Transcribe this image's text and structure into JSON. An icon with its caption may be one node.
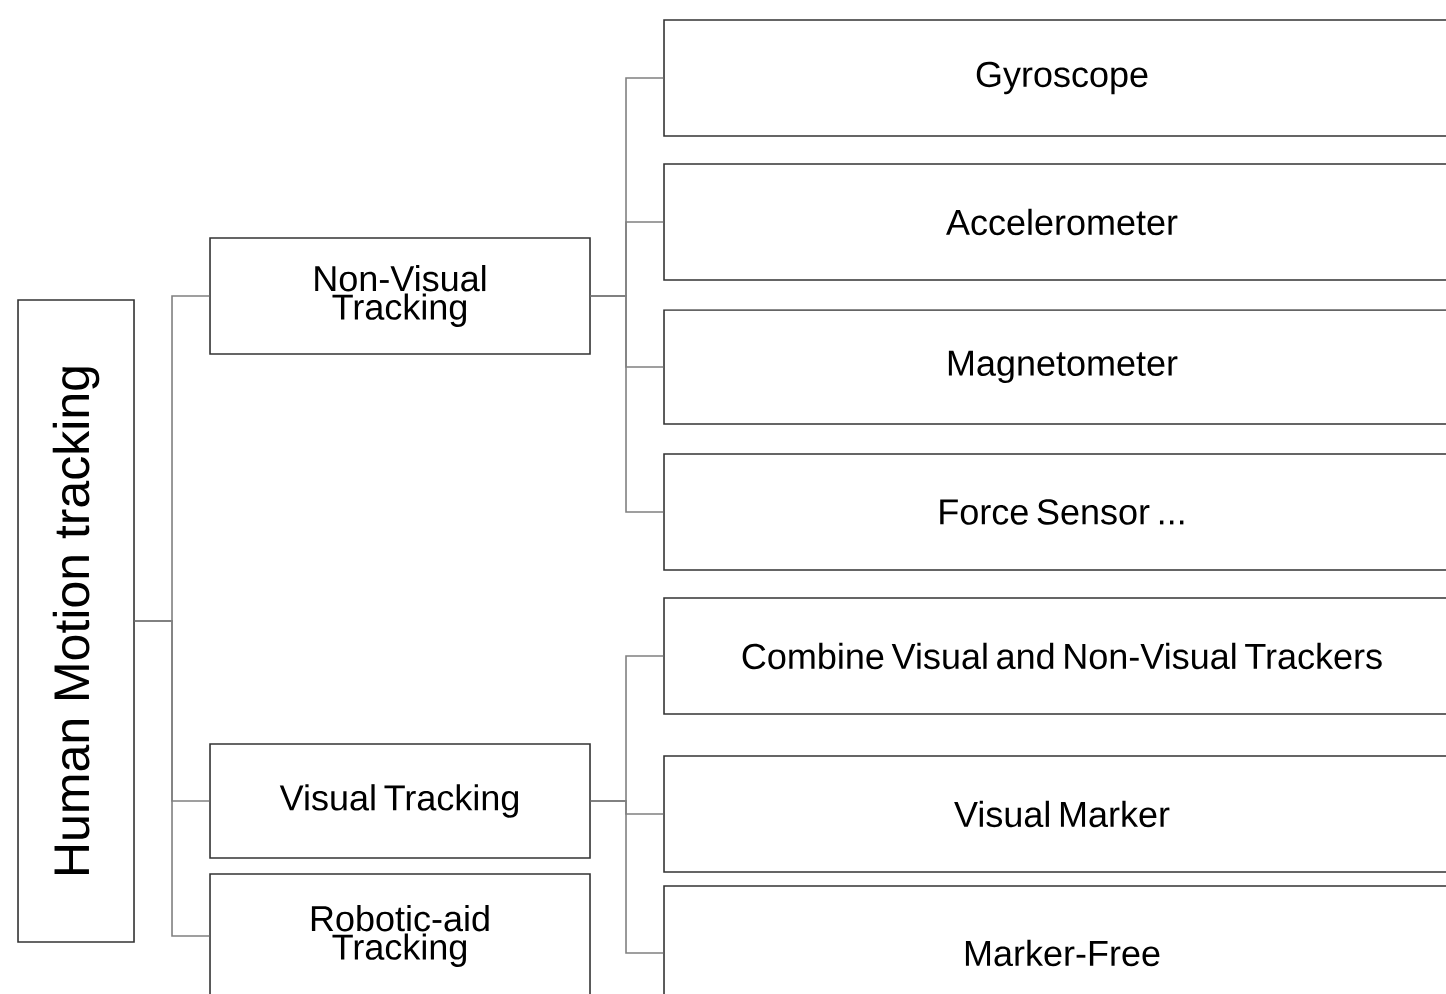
{
  "diagram": {
    "nodes": [
      {
        "text": [
          "Human Motion tracking"
        ]
      },
      {
        "text": [
          "Non-Visual Tracking"
        ]
      },
      {
        "text": [
          "Visual Tracking"
        ]
      },
      {
        "text": [
          "Robotic-aid Tracking"
        ]
      },
      {
        "text": [
          "Gyroscope"
        ]
      },
      {
        "text": [
          "Accelerometer"
        ]
      },
      {
        "text": [
          "Magnetometer"
        ]
      },
      {
        "text": [
          "Force Sensor ..."
        ]
      },
      {
        "text": [
          "Combine Visual and Non-Visual Trackers"
        ]
      },
      {
        "text": [
          "Visual Marker"
        ]
      },
      {
        "text": [
          "Marker-Free"
        ]
      }
    ],
    "edges": [
      {
        "from": 0,
        "to": 1,
        "arrow": "none"
      },
      {
        "from": 0,
        "to": 2,
        "arrow": "none"
      },
      {
        "from": 0,
        "to": 3,
        "arrow": "none"
      },
      {
        "from": 1,
        "to": 4,
        "arrow": "none"
      },
      {
        "from": 1,
        "to": 5,
        "arrow": "none"
      },
      {
        "from": 1,
        "to": 6,
        "arrow": "none"
      },
      {
        "from": 1,
        "to": 7,
        "arrow": "none"
      },
      {
        "from": 2,
        "to": 8,
        "arrow": "none"
      },
      {
        "from": 2,
        "to": 9,
        "arrow": "none"
      },
      {
        "from": 2,
        "to": 10,
        "arrow": "none"
      }
    ]
  }
}
